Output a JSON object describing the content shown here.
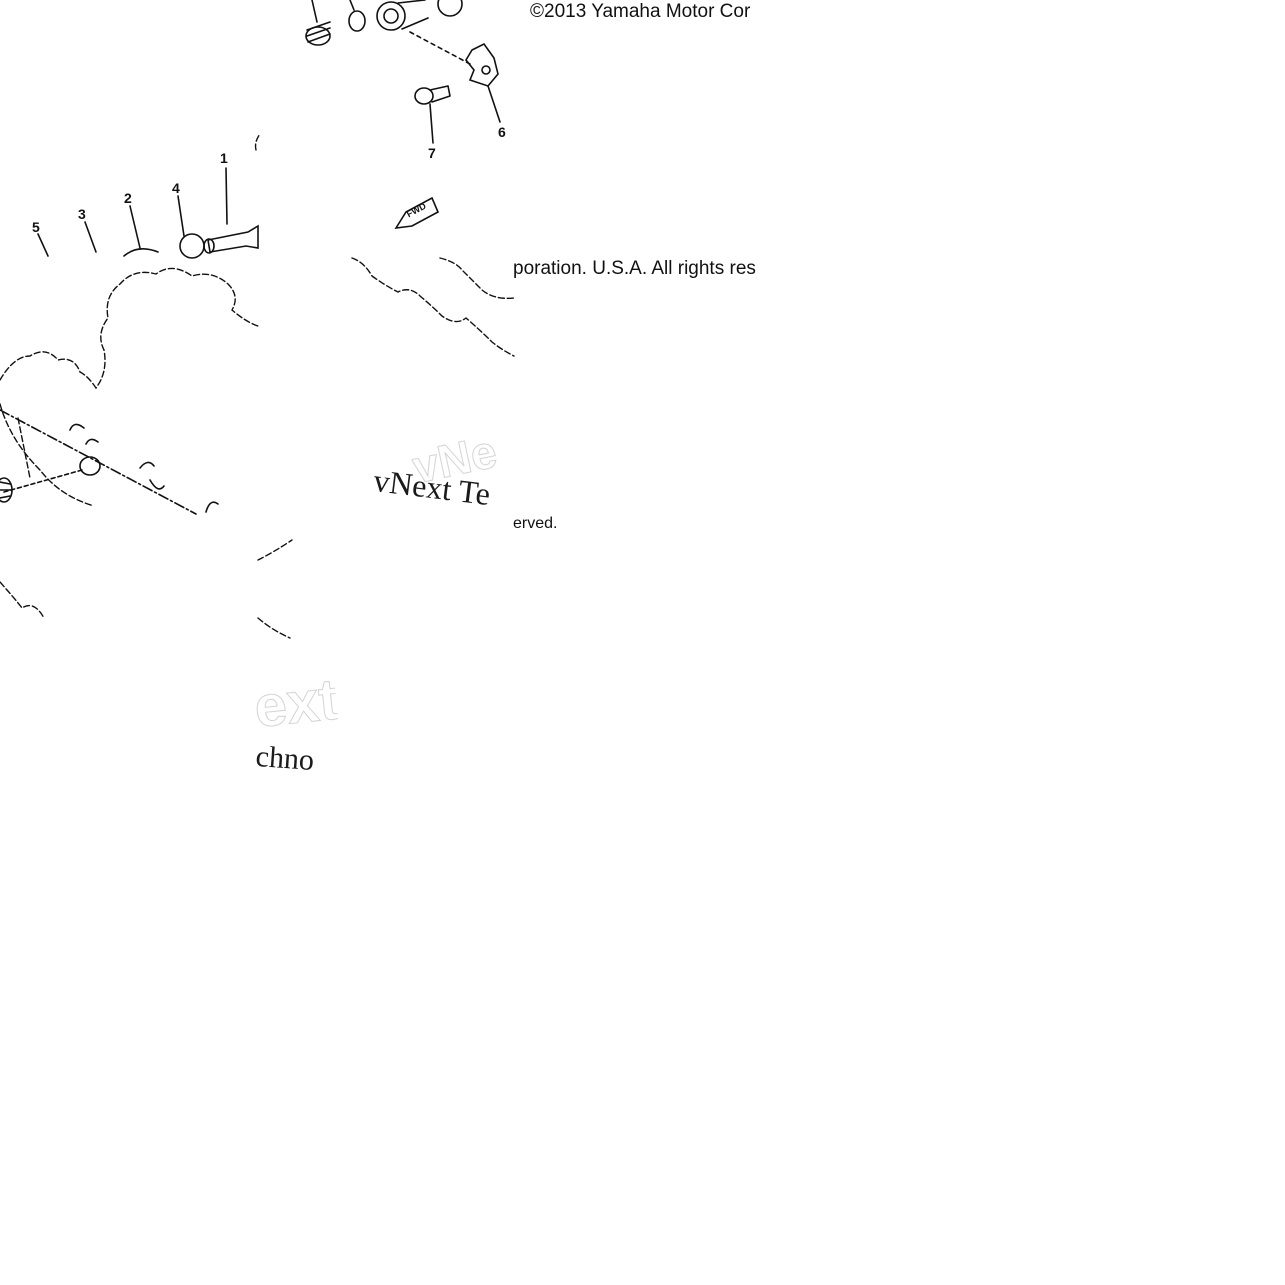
{
  "copyright": {
    "part1": "©2013 Yamaha Motor Cor",
    "part2": "poration. U.S.A. All rights res",
    "part3": "erved."
  },
  "watermarks": {
    "serif_line_1": "vNext Te",
    "serif_line_2": "chno",
    "outline_1": "vNe",
    "outline_2": "ext"
  },
  "callouts": {
    "c1": "1",
    "c2": "2",
    "c3": "3",
    "c4": "4",
    "c5": "5",
    "c6": "6",
    "c7": "7"
  },
  "arrow_label": "FWD",
  "colors": {
    "ink": "#111111",
    "watermark_outline": "#d4d4d4"
  }
}
